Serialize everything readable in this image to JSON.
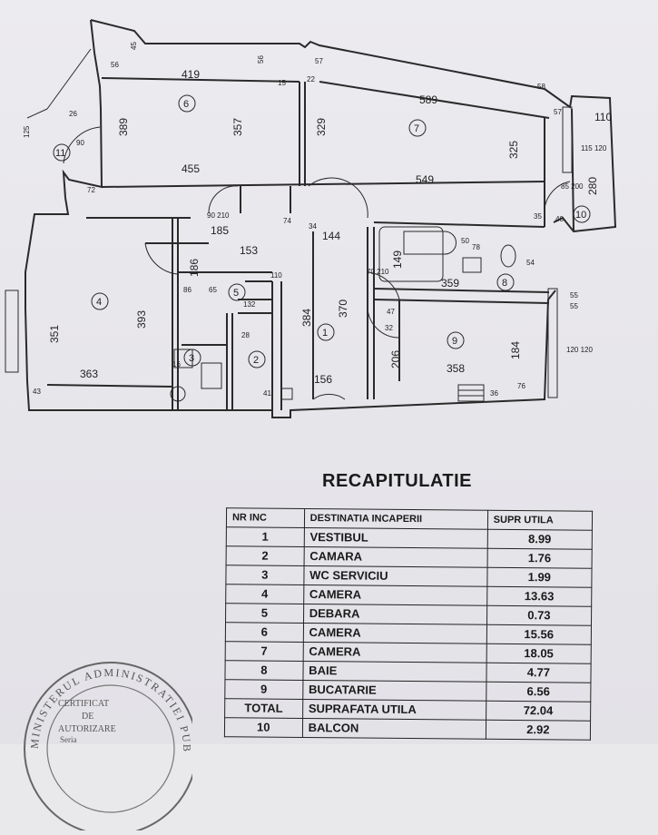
{
  "plan": {
    "room_ids": [
      "1",
      "2",
      "3",
      "4",
      "5",
      "6",
      "7",
      "8",
      "9",
      "10",
      "11"
    ],
    "dimensions": {
      "r6_top": "419",
      "r6_bottom": "455",
      "r6_left": "389",
      "r6_right": "357",
      "r7_top": "589",
      "r7_bottom": "549",
      "r7_left": "329",
      "r7_right": "325",
      "r4_height": "393",
      "r4_left": "351",
      "r4_bottom": "363",
      "hall_185": "185",
      "hall_153": "153",
      "hall_144": "144",
      "hall_186": "186",
      "r1_384": "384",
      "r1_370": "370",
      "r1_156": "156",
      "r8_width": "359",
      "r8_149": "149",
      "r9_width": "358",
      "r9_184": "184",
      "r9_206": "206",
      "r10_280": "280",
      "r10_110": "110",
      "r5_132": "132",
      "d56a": "56",
      "d45": "45",
      "d56b": "56",
      "d15": "15",
      "d57": "57",
      "d22": "22",
      "d58": "58",
      "d57b": "57",
      "d74": "74",
      "d34": "34",
      "d35": "35",
      "d40": "40",
      "d55a": "55",
      "d55b": "55",
      "d36": "36",
      "d78": "78",
      "d54": "54",
      "d50": "50",
      "d115_120": "115\n120",
      "d120_120": "120\n120",
      "d85_200": "85\n200",
      "d90_210": "90\n210",
      "d70_210": "70\n210",
      "d125": "125",
      "d110": "110",
      "d28": "28",
      "d41": "41",
      "d86": "86",
      "d65": "65",
      "d47": "47",
      "d16": "16",
      "d43": "43",
      "d90": "90",
      "d32": "32",
      "d76": "76",
      "d72": "72",
      "d26": "26"
    }
  },
  "recap": {
    "title": "RECAPITULATIE",
    "headers": [
      "NR INC",
      "DESTINATIA INCAPERII",
      "SUPR UTILA"
    ],
    "rows": [
      {
        "nr": "1",
        "dest": "VESTIBUL",
        "area": "8.99"
      },
      {
        "nr": "2",
        "dest": "CAMARA",
        "area": "1.76"
      },
      {
        "nr": "3",
        "dest": "WC SERVICIU",
        "area": "1.99"
      },
      {
        "nr": "4",
        "dest": "CAMERA",
        "area": "13.63"
      },
      {
        "nr": "5",
        "dest": "DEBARA",
        "area": "0.73"
      },
      {
        "nr": "6",
        "dest": "CAMERA",
        "area": "15.56"
      },
      {
        "nr": "7",
        "dest": "CAMERA",
        "area": "18.05"
      },
      {
        "nr": "8",
        "dest": "BAIE",
        "area": "4.77"
      },
      {
        "nr": "9",
        "dest": "BUCATARIE",
        "area": "6.56"
      },
      {
        "nr": "TOTAL",
        "dest": "SUPRAFATA UTILA",
        "area": "72.04"
      },
      {
        "nr": "10",
        "dest": "BALCON",
        "area": "2.92"
      }
    ]
  },
  "stamp": {
    "ring_text": "MINISTERUL ADMINISTRATIEI PUBLICE",
    "line1": "CERTIFICAT",
    "line2": "DE",
    "line3": "AUTORIZARE",
    "line4": "Seria"
  }
}
